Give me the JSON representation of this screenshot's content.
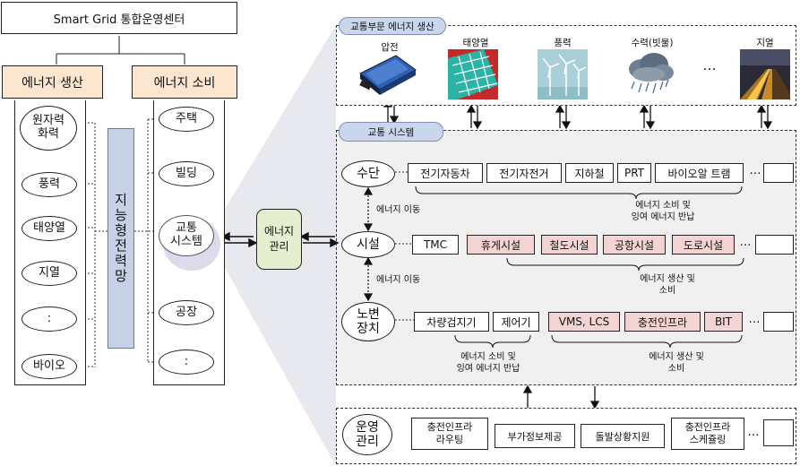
{
  "left": {
    "center_title": "Smart Grid 통합운영센터",
    "production": {
      "header": "에너지 생산",
      "items": [
        "원자력\n화력",
        "풍력",
        "태양열",
        "지열",
        ":",
        "바이오"
      ]
    },
    "consumption": {
      "header": "에너지 소비",
      "items": [
        "주택",
        "빌딩",
        "교통\n시스템",
        "공장",
        ":"
      ]
    },
    "smart_grid_column": "지능형전력망",
    "energy_management": "에너지\n관리"
  },
  "top_panel": {
    "label": "교통부문 에너지 생산",
    "sources": [
      "압전",
      "태양열",
      "풍력",
      "수력(빗물)",
      "지열"
    ],
    "ellipsis": "…"
  },
  "transport_panel": {
    "label": "교통 시스템",
    "rows": [
      {
        "title": "수단",
        "items": [
          "전기자동차",
          "전기자전거",
          "지하철",
          "PRT",
          "바이오알 트램"
        ],
        "ellipsis": "…",
        "note": "에너지 소비 및\n잉여 에너지 반납"
      },
      {
        "title": "시설",
        "items": [
          "TMC",
          "휴게시설",
          "철도시설",
          "공항시설",
          "도로시설"
        ],
        "ellipsis": "…",
        "note": "에너지 생산 및\n소비"
      },
      {
        "title": "노변\n장치",
        "items": [
          "차량검지기",
          "제어기",
          "VMS, LCS",
          "충전인프라",
          "BIT"
        ],
        "ellipsis": "…",
        "note_left": "에너지 소비 및\n잉여 에너지 반납",
        "note_right": "에너지 생산 및\n소비"
      }
    ],
    "move_label_1": "에너지 이동",
    "move_label_2": "에너지 이동"
  },
  "operations": {
    "title": "운영\n관리",
    "items": [
      "충전인프라\n라우팅",
      "부가정보제공",
      "돌발상황지원",
      "충전인프라\n스케쥴링"
    ],
    "ellipsis": "…"
  },
  "colors": {
    "peach": "#fde6cf",
    "pink": "#f3d4d2",
    "green": "#e3efcf",
    "lavender": "#c7d1e5",
    "pill": "#c9d6ec",
    "funnel": "#e8e9ee",
    "panel": "#f0f0f0"
  }
}
